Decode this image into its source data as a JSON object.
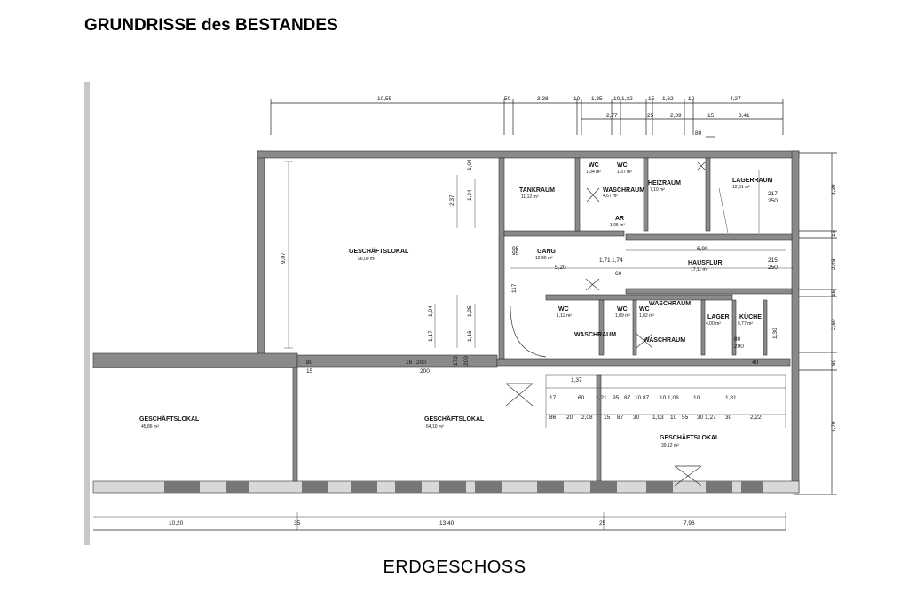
{
  "header": {
    "title": "GRUNDRISSE des BESTANDES"
  },
  "footer": {
    "caption": "ERDGESCHOSS"
  },
  "rooms": [
    {
      "id": "geschaeftslokal-main",
      "name": "GESCHÄFTSLOKAL",
      "area": "96,00 m²"
    },
    {
      "id": "tankraum",
      "name": "TANKRAUM",
      "area": "11,12 m²"
    },
    {
      "id": "wc-top-1",
      "name": "WC",
      "area": "1,34 m²"
    },
    {
      "id": "wc-top-2",
      "name": "WC",
      "area": "1,37 m²"
    },
    {
      "id": "waschraum-top",
      "name": "WASCHRAUM",
      "area": "4,67 m²"
    },
    {
      "id": "ar",
      "name": "AR",
      "area": "1,05 m²"
    },
    {
      "id": "heizraum",
      "name": "HEIZRAUM",
      "area": "7,10 m²"
    },
    {
      "id": "lagerraum",
      "name": "LAGERRAUM",
      "area": "12,31 m²"
    },
    {
      "id": "gang",
      "name": "GANG",
      "area": "12,90 m²"
    },
    {
      "id": "hausflur",
      "name": "HAUSFLUR",
      "area": "17,11 m²"
    },
    {
      "id": "wc-mid-1",
      "name": "WC",
      "area": "1,12 m²"
    },
    {
      "id": "wc-mid-2",
      "name": "WC",
      "area": "1,09 m²"
    },
    {
      "id": "wc-mid-3",
      "name": "WC",
      "area": "1,02 m²"
    },
    {
      "id": "waschraum-mid-1",
      "name": "WASCHRAUM",
      "area": ""
    },
    {
      "id": "waschraum-mid-2",
      "name": "WASCHRAUM",
      "area": ""
    },
    {
      "id": "waschraum-mid-3",
      "name": "WASCHRAUM",
      "area": ""
    },
    {
      "id": "lager",
      "name": "LAGER",
      "area": "4,00 m²"
    },
    {
      "id": "kueche",
      "name": "KÜCHE",
      "area": "5,77 m²"
    },
    {
      "id": "geschaeftslokal-left",
      "name": "GESCHÄFTSLOKAL",
      "area": "45,86 m²"
    },
    {
      "id": "geschaeftslokal-center",
      "name": "GESCHÄFTSLOKAL",
      "area": "64,10 m²"
    },
    {
      "id": "geschaeftslokal-right",
      "name": "GESCHÄFTSLOKAL",
      "area": "39,12 m²"
    }
  ],
  "dimensions": {
    "top_row_1": [
      "10,55",
      "50",
      "3,28",
      "10",
      "1,35",
      "10 1,32",
      "15",
      "1,62",
      "10",
      "4,27"
    ],
    "top_row_2": [
      "2,77",
      "25",
      "2,39",
      "15",
      "3,41"
    ],
    "top_row_3": [
      "80"
    ],
    "right_side": [
      "3,39",
      "15",
      "2,48",
      "15",
      "2,60",
      "80",
      "4,79"
    ],
    "main_room_height": "9,07",
    "gang_width": "5,20",
    "hausflur_width": "6,90",
    "lower_row_1": [
      "1,37",
      "17",
      "60",
      "1,21",
      "95",
      "87",
      "10 87",
      "10 1,06",
      "10",
      "1,81"
    ],
    "lower_row_2": [
      "86",
      "20",
      "2,08",
      "15",
      "87",
      "30",
      "1,93",
      "10",
      "55",
      "30 1,27",
      "30",
      "2,22"
    ],
    "bottom_row": [
      "10,20",
      "35",
      "13,40",
      "25",
      "7,96"
    ],
    "misc": [
      "2,37",
      "1,34",
      "1,04",
      "80",
      "15",
      "95",
      "16",
      "217",
      "250",
      "215",
      "250",
      "200",
      "80",
      "200",
      "1,30",
      "95",
      "1,71",
      "1,74",
      "60",
      "117",
      "1,04",
      "1,25",
      "1,17",
      "1,16",
      "173",
      "200",
      "200",
      "40"
    ]
  }
}
